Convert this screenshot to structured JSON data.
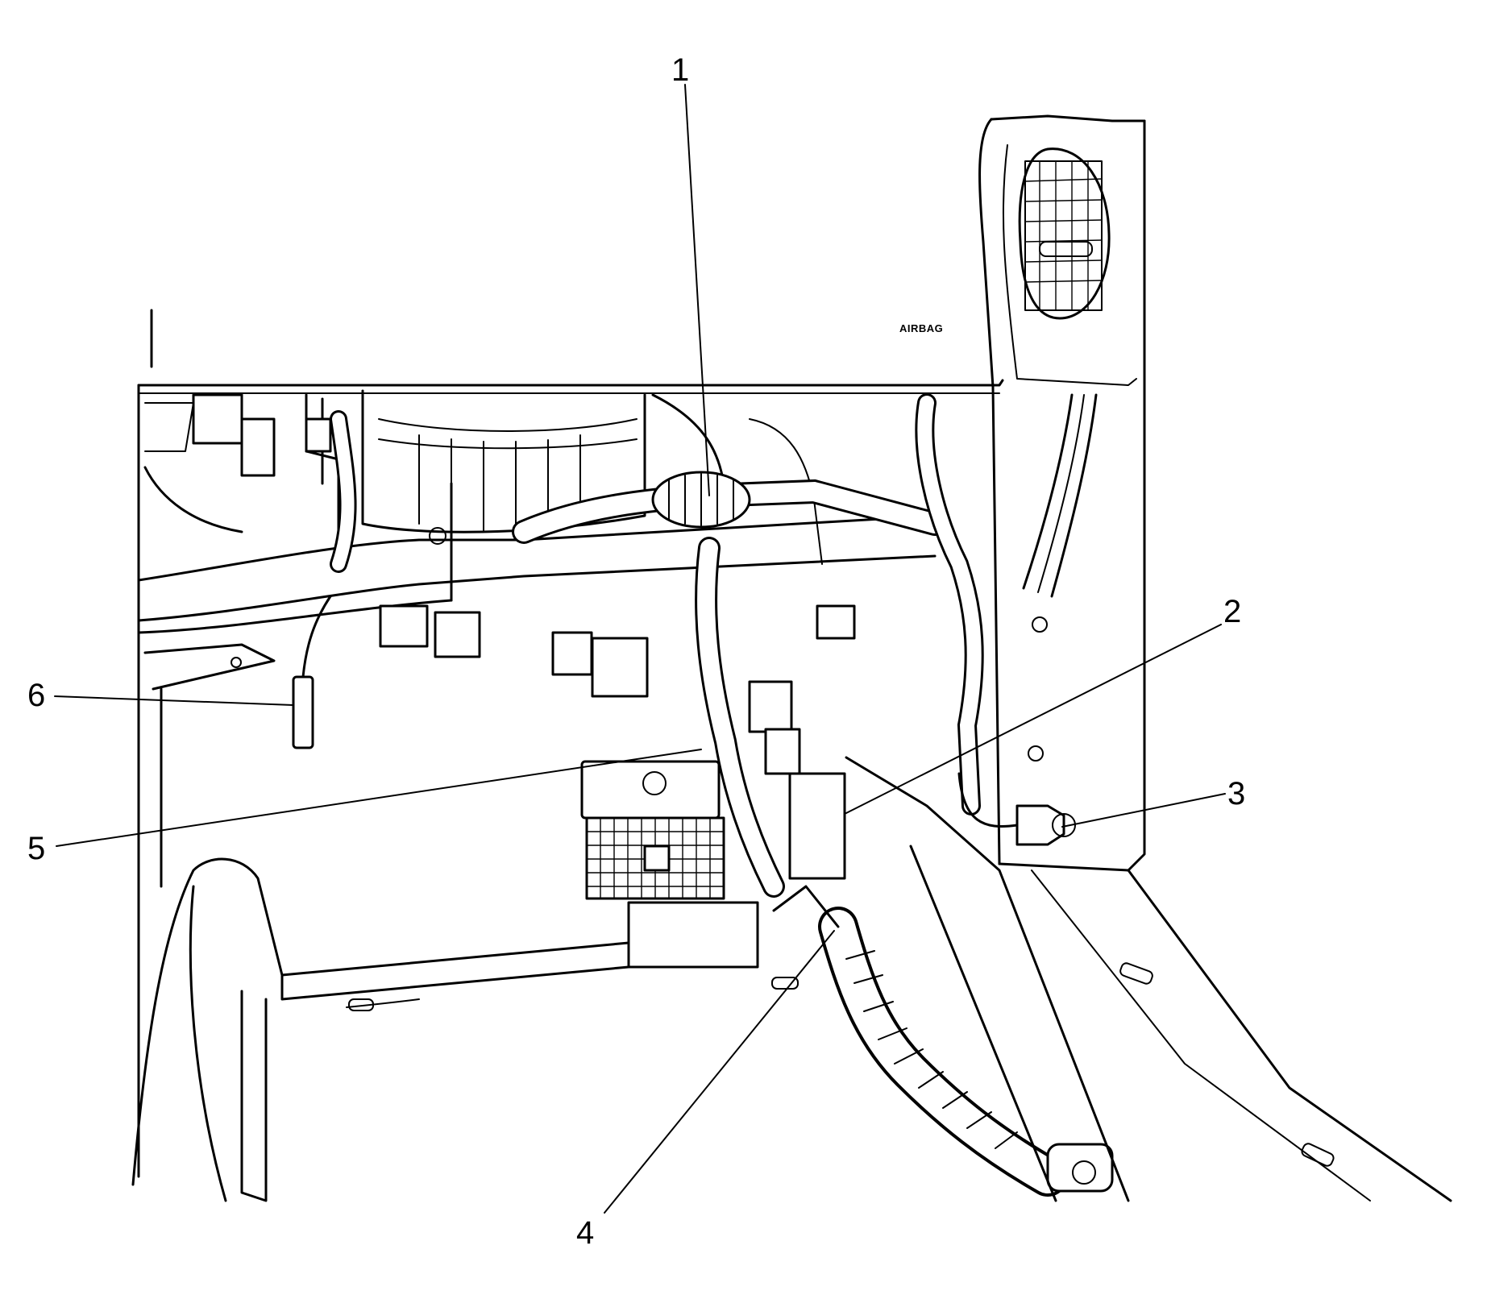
{
  "callouts": [
    {
      "id": "1",
      "label": "1"
    },
    {
      "id": "2",
      "label": "2"
    },
    {
      "id": "3",
      "label": "3"
    },
    {
      "id": "4",
      "label": "4"
    },
    {
      "id": "5",
      "label": "5"
    },
    {
      "id": "6",
      "label": "6"
    }
  ],
  "panel_text": "AIRBAG"
}
